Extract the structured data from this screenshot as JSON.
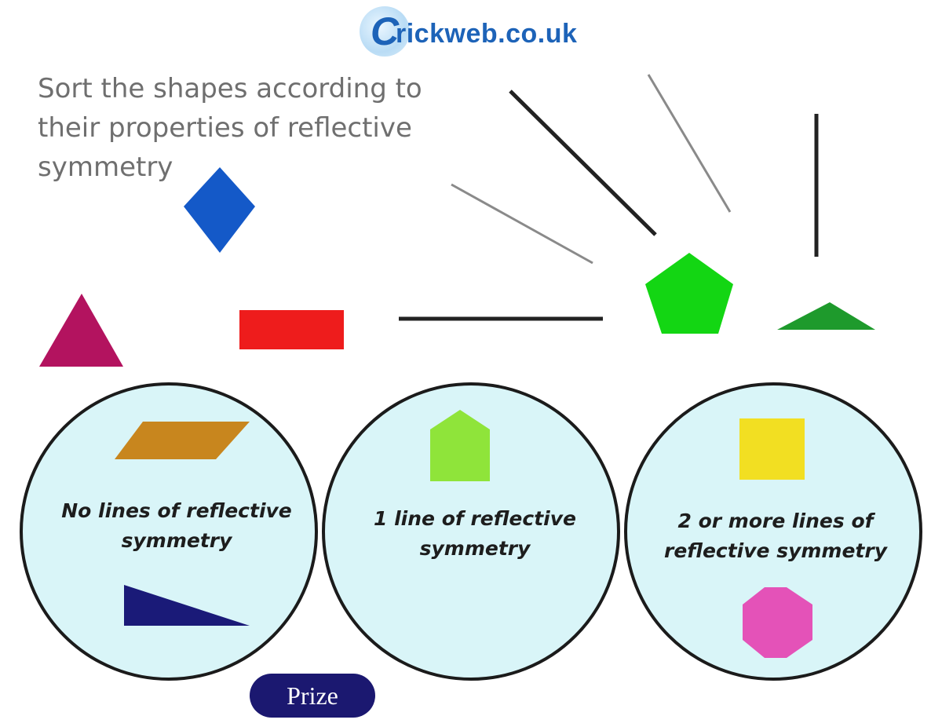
{
  "logo": {
    "letter": "C",
    "text": "rickweb.co.uk"
  },
  "instructions": "Sort the shapes according to their properties of reflective symmetry",
  "zones": [
    {
      "label": "No lines of reflective symmetry"
    },
    {
      "label": "1 line of reflective symmetry"
    },
    {
      "label": "2 or more lines of reflective symmetry"
    }
  ],
  "shapes": [
    {
      "kind": "rhombus",
      "color": "#1459c8",
      "placed_in": "unsorted"
    },
    {
      "kind": "equilateral-triangle",
      "color": "#b3135f",
      "placed_in": "unsorted"
    },
    {
      "kind": "rectangle",
      "color": "#ee1c1c",
      "placed_in": "unsorted"
    },
    {
      "kind": "regular-pentagon",
      "color": "#13d613",
      "placed_in": "unsorted"
    },
    {
      "kind": "isosceles-triangle",
      "color": "#1e9a2c",
      "placed_in": "unsorted"
    },
    {
      "kind": "line-segment",
      "color": "#222222",
      "placed_in": "unsorted"
    },
    {
      "kind": "line-segment",
      "color": "#222222",
      "placed_in": "unsorted"
    },
    {
      "kind": "line-segment",
      "color": "#8a8a8a",
      "placed_in": "unsorted"
    },
    {
      "kind": "line-segment",
      "color": "#8a8a8a",
      "placed_in": "unsorted"
    },
    {
      "kind": "line-segment",
      "color": "#222222",
      "placed_in": "unsorted"
    },
    {
      "kind": "parallelogram",
      "color": "#c8861e",
      "placed_in": "No lines of reflective symmetry"
    },
    {
      "kind": "right-triangle",
      "color": "#1a1a78",
      "placed_in": "No lines of reflective symmetry"
    },
    {
      "kind": "house-pentagon",
      "color": "#8fe43a",
      "placed_in": "1 line of reflective symmetry"
    },
    {
      "kind": "square",
      "color": "#f2df22",
      "placed_in": "2 or more lines of reflective symmetry"
    },
    {
      "kind": "regular-octagon",
      "color": "#e452b8",
      "placed_in": "2 or more lines of reflective symmetry"
    }
  ],
  "zone_fill": "#d9f5f8",
  "zone_stroke": "#1b1b1b",
  "prize_button": {
    "label": "Prize"
  }
}
